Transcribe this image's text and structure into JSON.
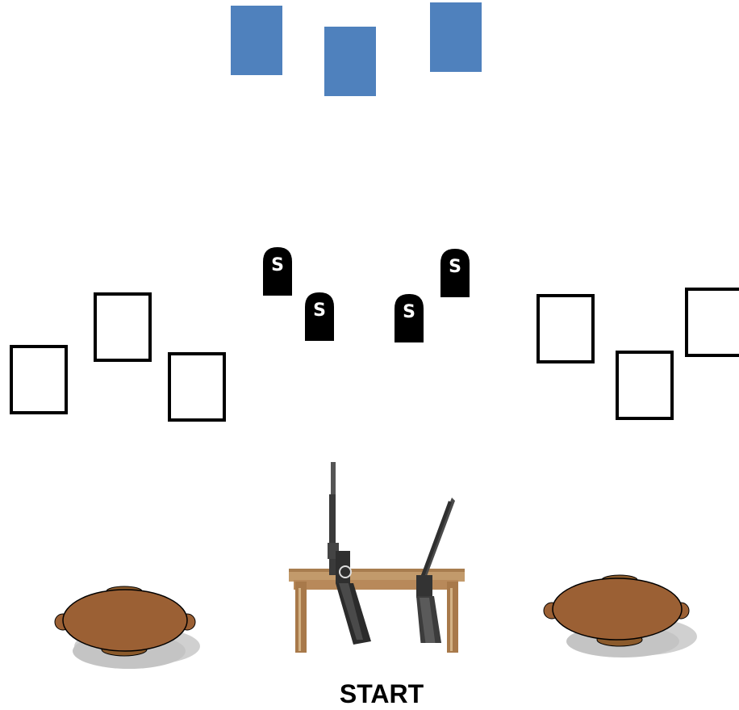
{
  "stage": {
    "start_label": "START",
    "steel_letter": "S"
  },
  "colors": {
    "background": "#ffffff",
    "blue_target": "#4f81bd",
    "paper_target_border": "#000000",
    "steel_target": "#000000",
    "barrel_top": "#9b6034",
    "barrel_side": "#7a4a25",
    "table_wood": "#b8895a"
  },
  "targets": {
    "blue_targets_count": 3,
    "paper_targets_count": 6,
    "steel_targets_count": 4,
    "barrels_count": 2
  },
  "icons": {
    "table": "wooden-table-icon",
    "rifle": "lever-action-rifle-icon",
    "shotgun": "shotgun-icon",
    "barrel": "barrel-icon"
  }
}
